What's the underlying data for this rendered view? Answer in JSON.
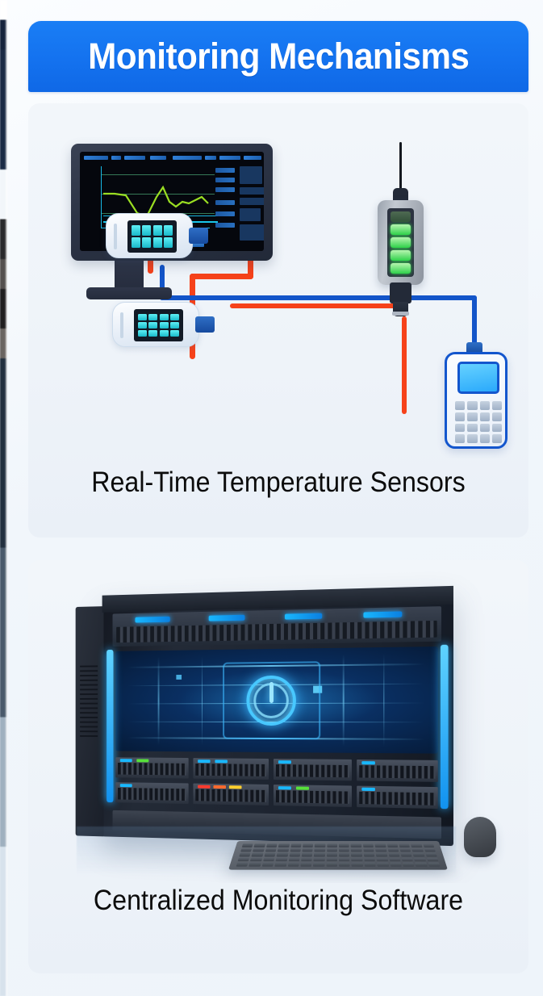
{
  "header": {
    "title": "Monitoring Mechanisms",
    "accent_color": "#1472ef",
    "title_color": "#ffffff"
  },
  "page": {
    "background_color": "#f1f6fb",
    "card_background_color": "#eef3f9",
    "caption_color": "#0c0c0c"
  },
  "cards": [
    {
      "id": "sensors",
      "caption": "Real-Time Temperature Sensors",
      "illustration": {
        "name": "temperature-sensor-network-diagram",
        "devices": [
          {
            "name": "monitoring-workstation-monitor",
            "screen": "temperature trend dashboard",
            "chart_color": "#8ede2a",
            "ui_color": "#2b79cf"
          },
          {
            "name": "inline-probe-sensor",
            "led_count": 4,
            "led_color": "#2fd14a",
            "body_color": "#9aa2ad"
          },
          {
            "name": "temperature-sensor-unit-1",
            "display_color": "#19b8c9"
          },
          {
            "name": "temperature-sensor-unit-2",
            "display_color": "#19b8c9"
          },
          {
            "name": "handheld-readout-device",
            "screen_color": "#2aa9fb",
            "frame_color": "#1356cd"
          }
        ],
        "cables": [
          {
            "name": "data-cable-red",
            "color": "#f6421a"
          },
          {
            "name": "data-cable-blue",
            "color": "#1355c9"
          }
        ]
      }
    },
    {
      "id": "software",
      "caption": "Centralized Monitoring Software",
      "illustration": {
        "name": "server-rack-with-monitoring-console",
        "devices": [
          {
            "name": "server-rack-chassis",
            "color": "#1b222e"
          },
          {
            "name": "holographic-console-display",
            "glow_color": "#2fb2ff",
            "icon": "power-icon"
          },
          {
            "name": "desktop-keyboard",
            "color": "#474d56"
          },
          {
            "name": "desktop-mouse",
            "color": "#35393f"
          }
        ]
      }
    }
  ]
}
